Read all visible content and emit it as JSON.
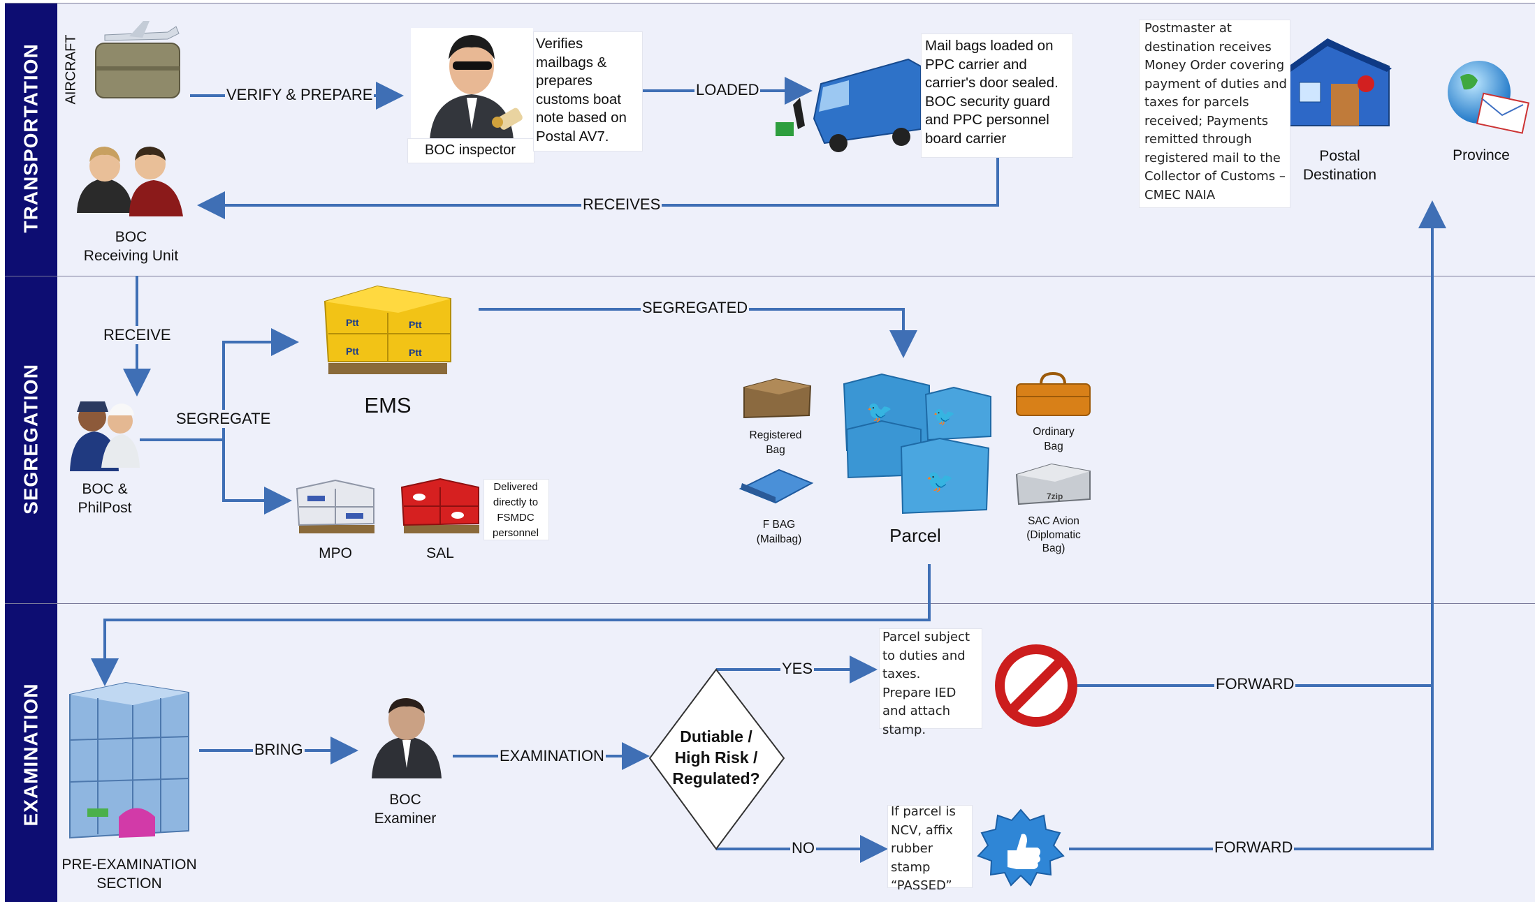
{
  "lanes": {
    "transportation": "TRANSPORTATION",
    "segregation": "SEGREGATION",
    "examination": "EXAMINATION"
  },
  "nodes": {
    "aircraft": "AIRCRAFT",
    "boc_inspector": "BOC inspector",
    "boc_inspector_note": "Verifies\nmailbags &\nprepares\ncustoms boat\nnote based on\nPostal AV7.",
    "van_note": "Mail bags loaded on\nPPC carrier and\ncarrier's door sealed.\nBOC security guard\nand PPC personnel\nboard carrier",
    "postmaster_note": "Postmaster at\ndestination receives\nMoney Order covering\npayment of duties and\ntaxes for parcels\nreceived; Payments\nremitted through\nregistered mail to the\nCollector of Customs –\nCMEC NAIA",
    "postal_destination": "Postal\nDestination",
    "province": "Province",
    "boc_receiving_unit": "BOC\nReceiving Unit",
    "ems": "EMS",
    "boc_philpost": "BOC &\nPhilPost",
    "mpo": "MPO",
    "sal": "SAL",
    "sal_note": "Delivered\ndirectly to\nFSMDC\npersonnel",
    "registered_bag": "Registered\nBag",
    "f_bag": "F BAG\n(Mailbag)",
    "parcel": "Parcel",
    "ordinary_bag": "Ordinary\nBag",
    "sac_avion": "SAC Avion\n(Diplomatic\nBag)",
    "pre_exam": "PRE-EXAMINATION\nSECTION",
    "boc_examiner": "BOC\nExaminer",
    "decision": "Dutiable /\nHigh Risk /\nRegulated?",
    "yes_note": "Parcel subject\nto duties and\ntaxes.\nPrepare IED\nand attach\nstamp.",
    "no_note": "If parcel is\nNCV, affix\nrubber\nstamp\n“PASSED”"
  },
  "edges": {
    "verify_prepare": "VERIFY & PREPARE",
    "loaded": "LOADED",
    "receives": "RECEIVES",
    "receive": "RECEIVE",
    "segregated": "SEGREGATED",
    "segregate": "SEGREGATE",
    "bring": "BRING",
    "examination": "EXAMINATION",
    "yes": "YES",
    "no": "NO",
    "forward_yes": "FORWARD",
    "forward_no": "FORWARD"
  },
  "colors": {
    "lane_side": "#0d0d72",
    "lane_bg": "#eef0fa",
    "arrow": "#3f6fb5"
  }
}
